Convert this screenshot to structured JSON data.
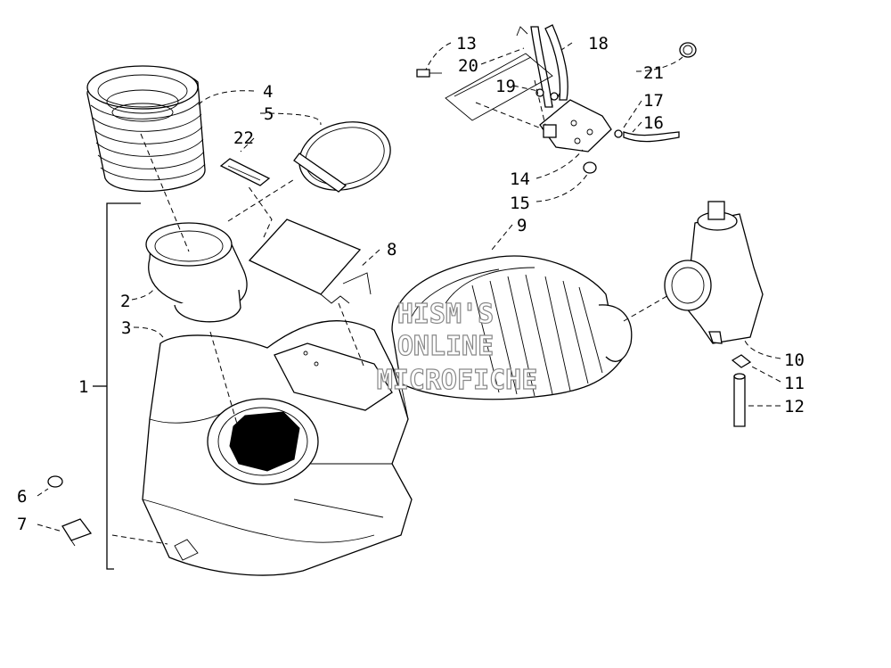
{
  "labels": {
    "p1": "1",
    "p2": "2",
    "p3": "3",
    "p4": "4",
    "p5": "5",
    "p6": "6",
    "p7": "7",
    "p8": "8",
    "p9": "9",
    "p10": "10",
    "p11": "11",
    "p12": "12",
    "p13": "13",
    "p14": "14",
    "p15": "15",
    "p16": "16",
    "p17": "17",
    "p18": "18",
    "p19": "19",
    "p20": "20",
    "p21": "21",
    "p22": "22"
  },
  "watermark": {
    "line1": "HISM'S",
    "line2": "ONLINE",
    "line3": "MICROFICHE"
  }
}
